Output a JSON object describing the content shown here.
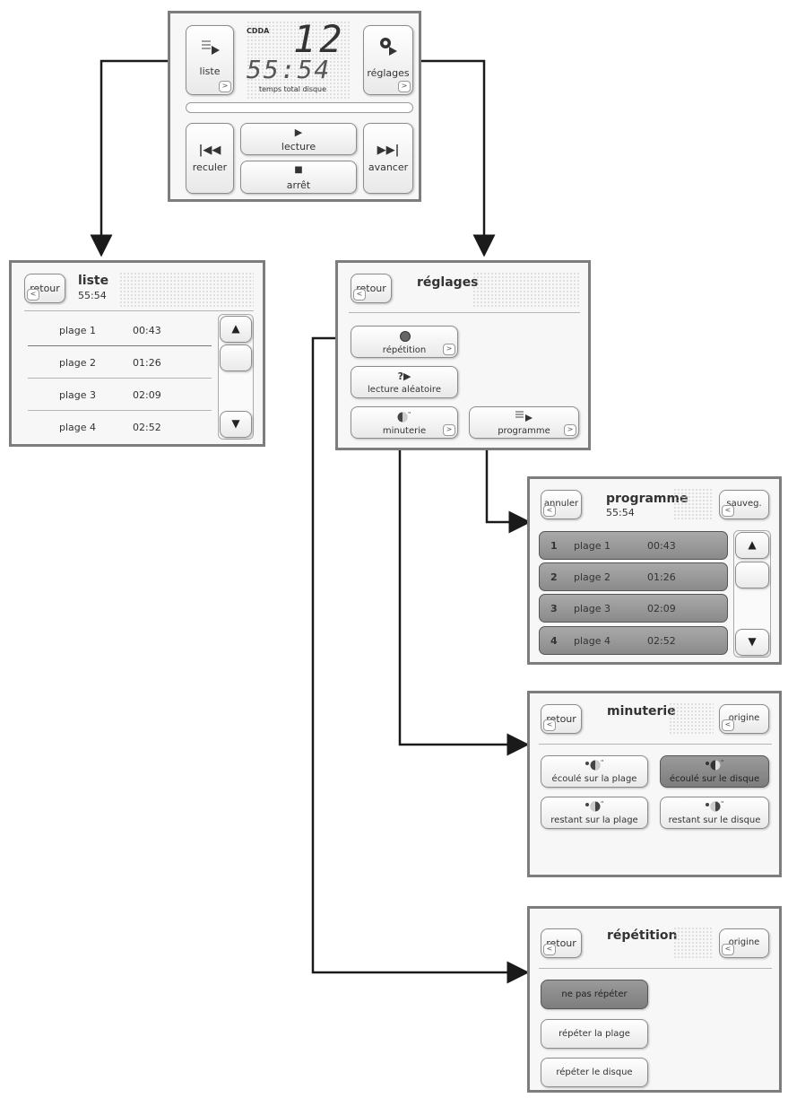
{
  "main": {
    "format": "CDDA",
    "track_number": "12",
    "time": "55:54",
    "time_caption": "temps total disque",
    "buttons": {
      "list": "liste",
      "settings": "réglages",
      "rewind": "reculer",
      "play": "lecture",
      "stop": "arrêt",
      "forward": "avancer"
    }
  },
  "list_screen": {
    "back": "retour",
    "title": "liste",
    "time": "55:54",
    "tracks": [
      {
        "name": "plage 1",
        "time": "00:43"
      },
      {
        "name": "plage 2",
        "time": "01:26"
      },
      {
        "name": "plage 3",
        "time": "02:09"
      },
      {
        "name": "plage 4",
        "time": "02:52"
      }
    ]
  },
  "settings_screen": {
    "back": "retour",
    "title": "réglages",
    "buttons": {
      "repeat": "répétition",
      "shuffle": "lecture aléatoire",
      "timer": "minuterie",
      "program": "programme"
    }
  },
  "program_screen": {
    "cancel": "annuler",
    "title": "programme",
    "time": "55:54",
    "save": "sauveg.",
    "tracks": [
      {
        "num": "1",
        "name": "plage 1",
        "time": "00:43"
      },
      {
        "num": "2",
        "name": "plage 2",
        "time": "01:26"
      },
      {
        "num": "3",
        "name": "plage 3",
        "time": "02:09"
      },
      {
        "num": "4",
        "name": "plage 4",
        "time": "02:52"
      }
    ]
  },
  "timer_screen": {
    "back": "retour",
    "title": "minuterie",
    "origin": "origine",
    "options": [
      "écoulé sur la plage",
      "écoulé sur le disque",
      "restant sur la plage",
      "restant sur le disque"
    ],
    "selected": "écoulé sur le disque"
  },
  "repeat_screen": {
    "back": "retour",
    "title": "répétition",
    "origin": "origine",
    "options": [
      "ne pas répéter",
      "répéter la plage",
      "répéter le disque"
    ],
    "selected": "ne pas répéter"
  },
  "colors": {
    "panel_border": "#7d7d7d",
    "connector": "#1a1a1a",
    "selected_button": "#8a8a8a"
  }
}
